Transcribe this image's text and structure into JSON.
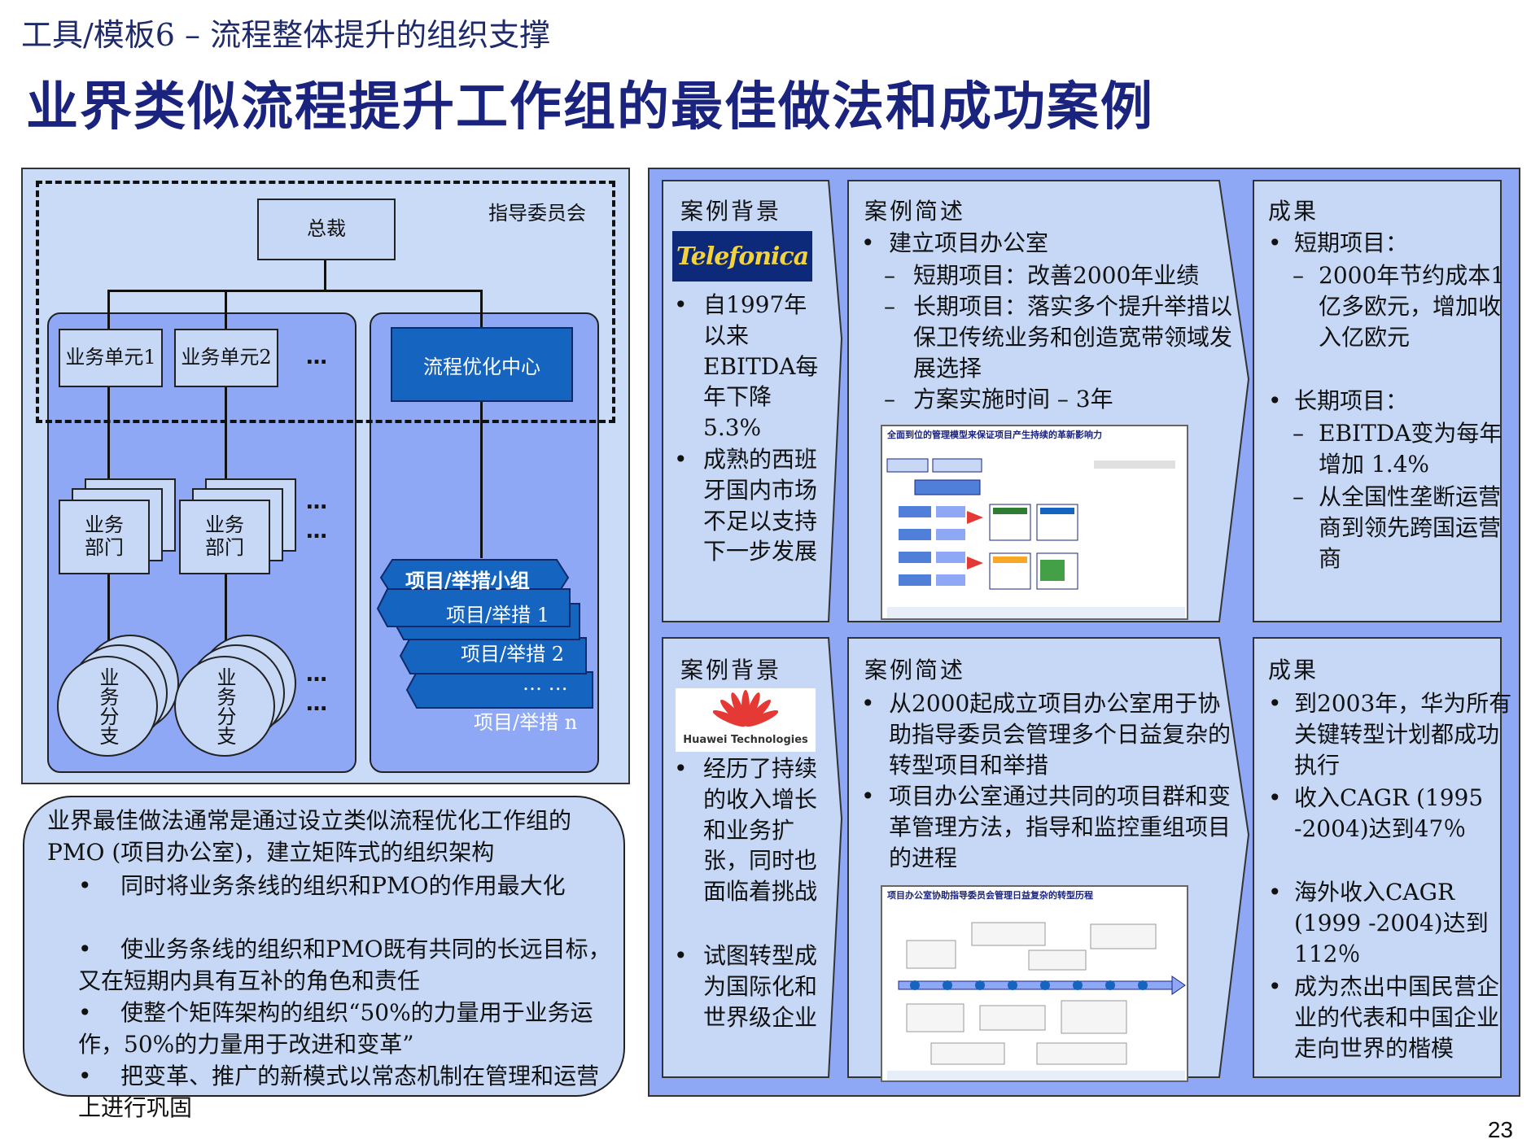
{
  "kicker": "工具/模板6 – 流程整体提升的组织支撑",
  "headline": "业界类似流程提升工作组的最佳做法和成功案例",
  "page_number": "23",
  "org": {
    "steering_committee": "指导委员会",
    "president": "总裁",
    "bu1": "业务单元1",
    "bu2": "业务单元2",
    "ellipsis": "…",
    "poc": "流程优化中心",
    "dept": "业务\n部门",
    "branch": "业务分支",
    "project_group": "项目/举措小组",
    "projects": [
      "项目/举措 1",
      "项目/举措 2",
      "… …",
      "项目/举措 n"
    ]
  },
  "callout": {
    "intro": "业界最佳做法通常是通过设立类似流程优化工作组的PMO (项目办公室)，建立矩阵式的组织架构",
    "bullets": [
      "同时将业务条线的组织和PMO的作用最大化",
      "使业务条线的组织和PMO既有共同的长远目标，又在短期内具有互补的角色和责任",
      "使整个矩阵架构的组织“50%的力量用于业务运作，50%的力量用于改进和变革”",
      "把变革、推广的新模式以常态机制在管理和运营上进行巩固"
    ]
  },
  "cases": [
    {
      "bg_title": "案例背景",
      "logo_text": "Telefonica",
      "bg_bullets": [
        "自1997年以来EBITDA每年下降5.3%",
        "成熟的西班牙国内市场不足以支持下一步发展"
      ],
      "desc_title": "案例简述",
      "desc_main": "建立项目办公室",
      "desc_subs": [
        "短期项目：改善2000年业绩",
        "长期项目：落实多个提升举措以保卫传统业务和创造宽带领域发展选择",
        "方案实施时间 – 3年"
      ],
      "thumb_caption": "全面到位的管理模型来保证项目产生持续的革新影响力",
      "res_title": "成果",
      "res_short": "短期项目：",
      "res_short_sub": "2000年节约成本1亿多欧元，增加收入亿欧元",
      "res_long": "长期项目：",
      "res_long_subs": [
        "EBITDA变为每年增加 1.4%",
        "从全国性垄断运营商到领先跨国运营商"
      ]
    },
    {
      "bg_title": "案例背景",
      "logo_text": "Huawei Technologies",
      "bg_bullets": [
        "经历了持续的收入增长和业务扩张，同时也面临着挑战",
        "试图转型成为国际化和世界级企业"
      ],
      "desc_title": "案例简述",
      "desc_bullets": [
        "从2000起成立项目办公室用于协助指导委员会管理多个日益复杂的转型项目和举措",
        "项目办公室通过共同的项目群和变革管理方法，指导和监控重组项目的进程"
      ],
      "thumb_caption": "项目办公室协助指导委员会管理日益复杂的转型历程",
      "res_title": "成果",
      "res_bullets": [
        "到2003年，华为所有关键转型计划都成功执行",
        "收入CAGR (1995 -2004)达到47％",
        "海外收入CAGR (1999 -2004)达到112％",
        "成为杰出中国民营企业的代表和中国企业走向世界的楷模"
      ]
    }
  ],
  "colors": {
    "title_navy": "#1a237e",
    "panel_light": "#c9dbf6",
    "panel_mid": "#8ea8f5",
    "accent_blue": "#1565c0"
  }
}
